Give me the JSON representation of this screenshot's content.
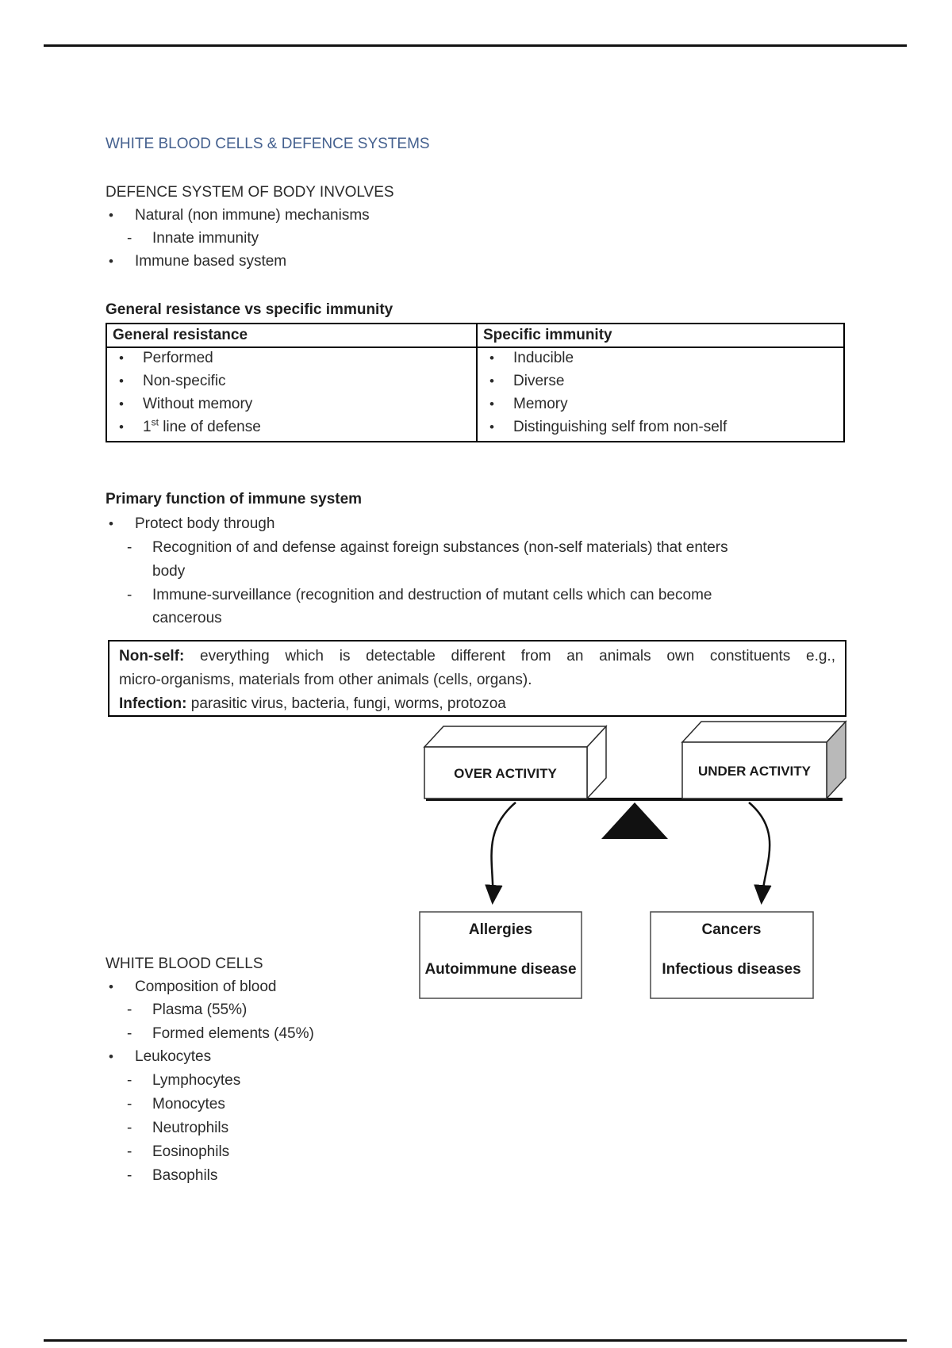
{
  "glyphs": {
    "bullet": "•",
    "dash": "-"
  },
  "header": {
    "title": "WHITE BLOOD CELLS & DEFENCE SYSTEMS"
  },
  "defence": {
    "heading": "DEFENCE SYSTEM OF BODY INVOLVES",
    "items": [
      {
        "text": "Natural (non immune) mechanisms"
      },
      {
        "text": "Innate immunity"
      },
      {
        "text": "Immune based system"
      }
    ]
  },
  "comparison": {
    "heading": "General resistance vs specific immunity",
    "left_header": "General resistance",
    "right_header": "Specific immunity",
    "left_rows": [
      "Performed",
      "Non-specific",
      "Without memory"
    ],
    "left_row4": {
      "base": "1",
      "sup": "st",
      "rest": " line of defense"
    },
    "right_rows": [
      "Inducible",
      "Diverse",
      "Memory",
      "Distinguishing self from non-self"
    ]
  },
  "primary": {
    "heading": "Primary function of immune system",
    "bullet": "Protect body through",
    "sub1_lines": [
      "Recognition of and defense against foreign substances (non-self materials) that enters",
      "body"
    ],
    "sub2_lines": [
      "Immune-surveillance (recognition and destruction of mutant cells which can become",
      "cancerous"
    ]
  },
  "note_box": {
    "line1_bold": "Non-self:",
    "line1_rest": " everything which is detectable different from an animals own constituents e.g.,",
    "line2": "micro-organisms, materials from other animals (cells, organs).",
    "line3_bold": "Infection:",
    "line3_rest": " parasitic virus, bacteria, fungi, worms, protozoa"
  },
  "diagram": {
    "over_label": "OVER ACTIVITY",
    "under_label": "UNDER ACTIVITY",
    "allergies_title": "Allergies",
    "allergies_sub": "Autoimmune disease",
    "cancers_title": "Cancers",
    "cancers_sub": "Infectious diseases"
  },
  "wbc": {
    "heading": "WHITE BLOOD CELLS",
    "items": [
      {
        "text": "Composition of blood"
      },
      {
        "text": "Plasma (55%)"
      },
      {
        "text": "Formed elements (45%)"
      },
      {
        "text": "Leukocytes"
      },
      {
        "text": "Lymphocytes"
      },
      {
        "text": "Monocytes"
      },
      {
        "text": "Neutrophils"
      },
      {
        "text": "Eosinophils"
      },
      {
        "text": "Basophils"
      }
    ]
  },
  "colors": {
    "title_blue": "#45618f",
    "text": "#2b2b2b",
    "border": "#000000"
  }
}
